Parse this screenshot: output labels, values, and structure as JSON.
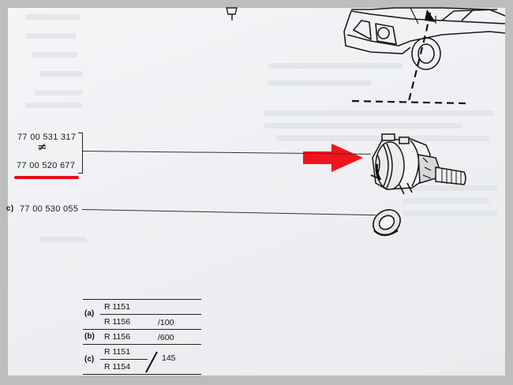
{
  "parts": [
    {
      "key": "",
      "number": "77 00 531 317"
    },
    {
      "key": "",
      "number": "77 00 520 677"
    },
    {
      "key": "c)",
      "number": "77 00 530 055"
    }
  ],
  "equivalence_symbol": "≠",
  "highlight_color": "#e3101b",
  "legend": {
    "rows": [
      {
        "key": "(a)",
        "models": [
          "R 1151",
          "R 1156"
        ],
        "suffixes": [
          "",
          "/100"
        ]
      },
      {
        "key": "(b)",
        "models": [
          "R 1156"
        ],
        "suffixes": [
          "/600"
        ]
      },
      {
        "key": "(c)",
        "models": [
          "R 1151",
          "R 1154"
        ],
        "suffixes": [
          "145"
        ]
      }
    ]
  }
}
